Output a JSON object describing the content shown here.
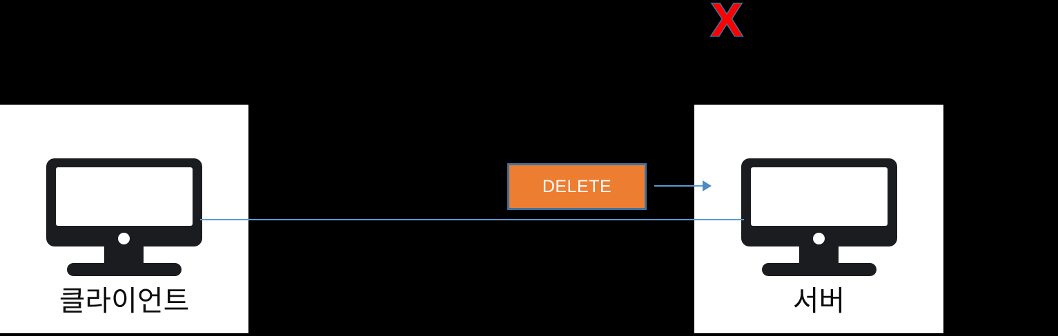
{
  "diagram": {
    "title": "",
    "type": "sequence-diagram",
    "background_color": "#000000",
    "nodes": [
      {
        "id": "client",
        "label": "클라이언트",
        "icon": "desktop-monitor-icon",
        "panel_color": "#ffffff"
      },
      {
        "id": "server",
        "label": "서버",
        "icon": "desktop-monitor-icon",
        "panel_color": "#ffffff"
      }
    ],
    "message": {
      "label": "DELETE",
      "fill_color": "#ed7d31",
      "border_color": "#41719c",
      "text_color": "#ffffff",
      "direction": "client-to-server"
    },
    "marker": {
      "glyph": "X",
      "meaning": "failure-marker",
      "fill_color": "#ff0000",
      "outline_color": "#41719c"
    },
    "connector": {
      "color": "#5b9bd5",
      "arrow_color": "#4e8bc4"
    }
  }
}
